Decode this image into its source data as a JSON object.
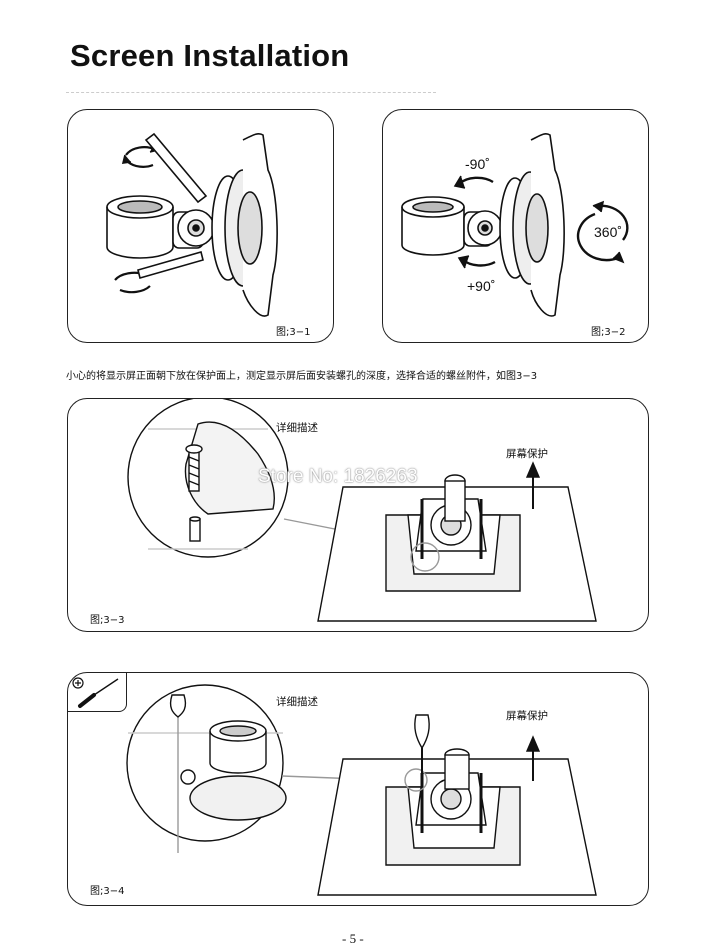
{
  "page": {
    "title": "Screen Installation",
    "instruction": "小心的将显示屏正面朝下放在保护面上，测定显示屏后面安装螺孔的深度，选择合适的螺丝附件，如图3−3",
    "page_number": "- 5 -",
    "watermark": "Store No: 1826263"
  },
  "figures": [
    {
      "caption": "图;3−1"
    },
    {
      "caption": "图;3−2",
      "angle_top": "-90˚",
      "angle_bottom": "+90˚",
      "angle_side": "360˚"
    },
    {
      "caption": "图;3−3",
      "detail_label": "详细描述",
      "screen_label": "屏幕保护"
    },
    {
      "caption": "图;3−4",
      "detail_label": "详细描述",
      "screen_label": "屏幕保护"
    }
  ]
}
